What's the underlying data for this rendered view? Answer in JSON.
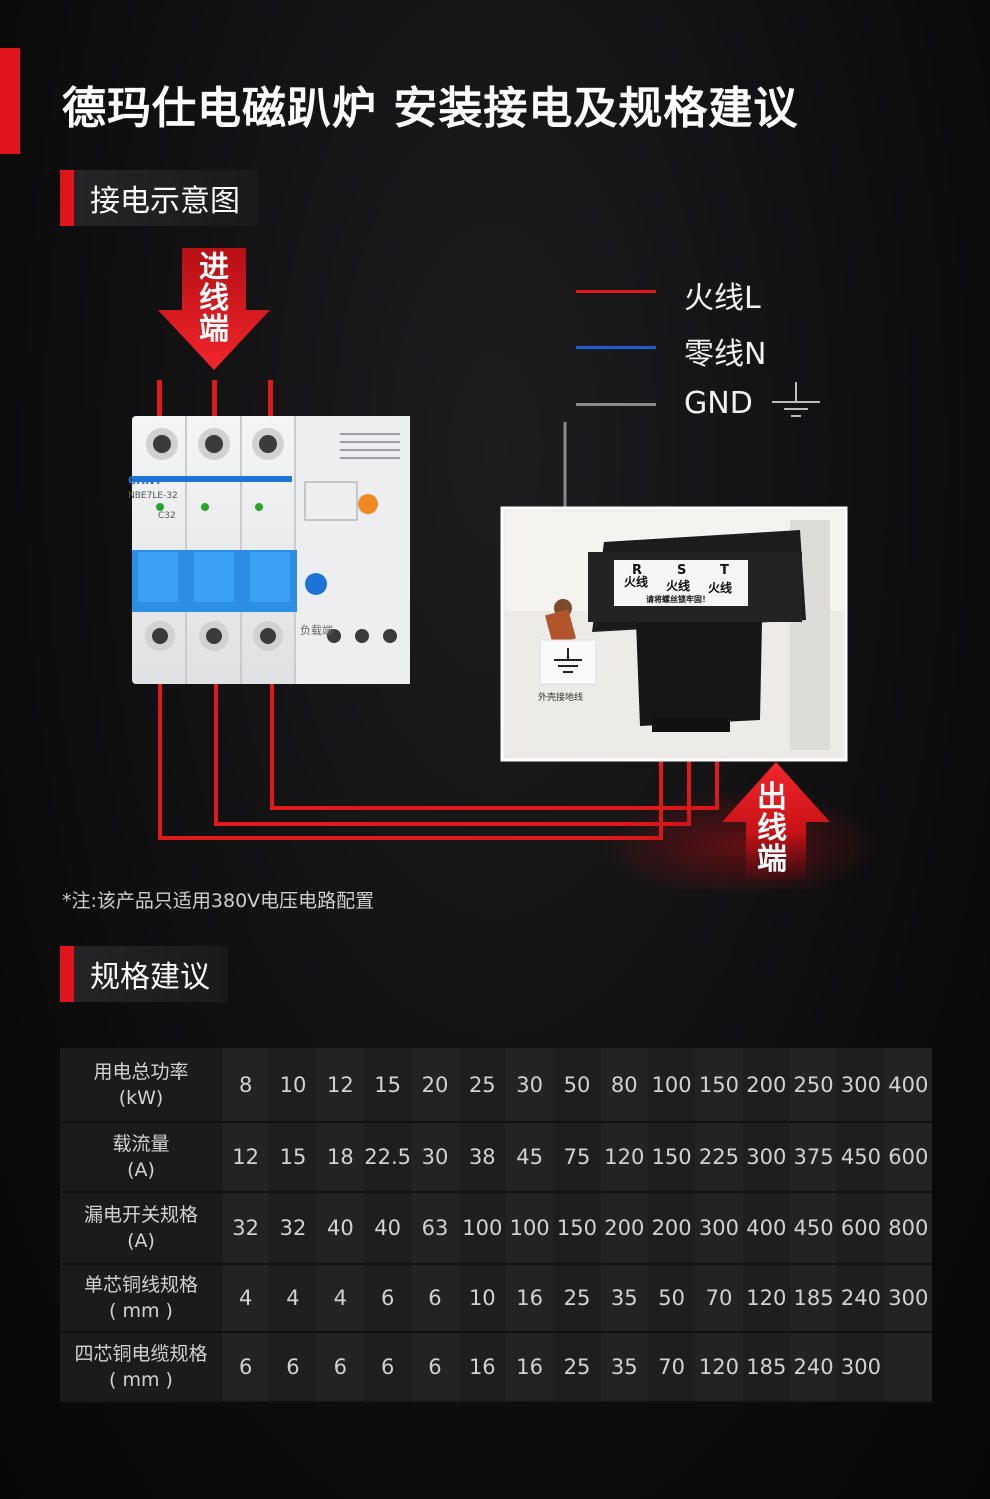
{
  "title": "德玛仕电磁趴炉 安装接电及规格建议",
  "section_wiring": {
    "label": "接电示意图"
  },
  "section_spec": {
    "label": "规格建议"
  },
  "inlet_label": [
    "进",
    "线",
    "端"
  ],
  "outlet_label": [
    "出",
    "线",
    "端"
  ],
  "legend": [
    {
      "label": "火线L",
      "color": "#e01a1a"
    },
    {
      "label": "零线N",
      "color": "#1a5fd6"
    },
    {
      "label": "GND",
      "color": "#8a8a8a"
    }
  ],
  "breaker": {
    "brand": "CHNT",
    "model": "NBE7LE-32",
    "rating": "C32",
    "load_label": "负载端"
  },
  "terminal_box": {
    "phases": [
      "R",
      "S",
      "T"
    ],
    "phase_label": "火线",
    "caption": "请将螺丝锁牢固！",
    "ground_caption": "外壳接地线"
  },
  "colors": {
    "accent": "#e0141b",
    "wire_red": "#e01a1a",
    "wire_blue": "#1a5fd6",
    "wire_gray": "#8a8a8a"
  },
  "note": "*注:该产品只适用380V电压电路配置",
  "table": {
    "rows": [
      {
        "label": "用电总功率",
        "unit": "(kW)",
        "values": [
          "8",
          "10",
          "12",
          "15",
          "20",
          "25",
          "30",
          "50",
          "80",
          "100",
          "150",
          "200",
          "250",
          "300",
          "400"
        ]
      },
      {
        "label": "载流量",
        "unit": "(A)",
        "values": [
          "12",
          "15",
          "18",
          "22.5",
          "30",
          "38",
          "45",
          "75",
          "120",
          "150",
          "225",
          "300",
          "375",
          "450",
          "600"
        ]
      },
      {
        "label": "漏电开关规格",
        "unit": "(A)",
        "values": [
          "32",
          "32",
          "40",
          "40",
          "63",
          "100",
          "100",
          "150",
          "200",
          "200",
          "300",
          "400",
          "450",
          "600",
          "800"
        ]
      },
      {
        "label": "单芯铜线规格",
        "unit": "( mm )",
        "values": [
          "4",
          "4",
          "4",
          "6",
          "6",
          "10",
          "16",
          "25",
          "35",
          "50",
          "70",
          "120",
          "185",
          "240",
          "300"
        ]
      },
      {
        "label": "四芯铜电缆规格",
        "unit": "( mm )",
        "values": [
          "6",
          "6",
          "6",
          "6",
          "6",
          "16",
          "16",
          "25",
          "35",
          "70",
          "120",
          "185",
          "240",
          "300",
          ""
        ]
      }
    ]
  }
}
